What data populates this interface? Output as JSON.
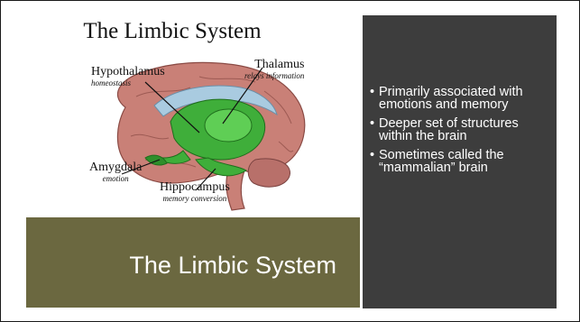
{
  "figure": {
    "title": "The Limbic System",
    "labels": {
      "hypothalamus": {
        "name": "Hypothalamus",
        "sub": "homeostasis"
      },
      "thalamus": {
        "name": "Thalamus",
        "sub": "relays information"
      },
      "amygdala": {
        "name": "Amygdala",
        "sub": "emotion"
      },
      "hippocampus": {
        "name": "Hippocampus",
        "sub": "memory conversion"
      }
    },
    "colors": {
      "cortex": "#c98077",
      "limbic": "#3fae3a",
      "ventricle": "#a9cbe0"
    }
  },
  "panel": {
    "bullets": [
      "Primarily associated with emotions and memory",
      "Deeper set of structures within the brain",
      "Sometimes called the “mammalian” brain"
    ]
  },
  "slide_title": "The Limbic System",
  "colors": {
    "panel_bg": "#3d3d3d",
    "title_box_bg": "#6b6840"
  }
}
